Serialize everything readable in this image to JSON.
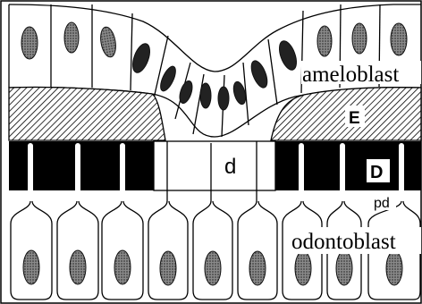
{
  "labels": {
    "ameloblast": "ameloblast",
    "enamel": "E",
    "defect": "d",
    "dentin": "D",
    "predentin": "pd",
    "odontoblast": "odontoblast"
  },
  "colors": {
    "background": "#ffffff",
    "outline": "#000000",
    "dentin_band": "#000000",
    "hatch": "#000000",
    "nucleus": "#5a5a5a"
  },
  "icons": {
    "nucleus": "oval-nucleus",
    "hatch": "diagonal-hatch"
  }
}
